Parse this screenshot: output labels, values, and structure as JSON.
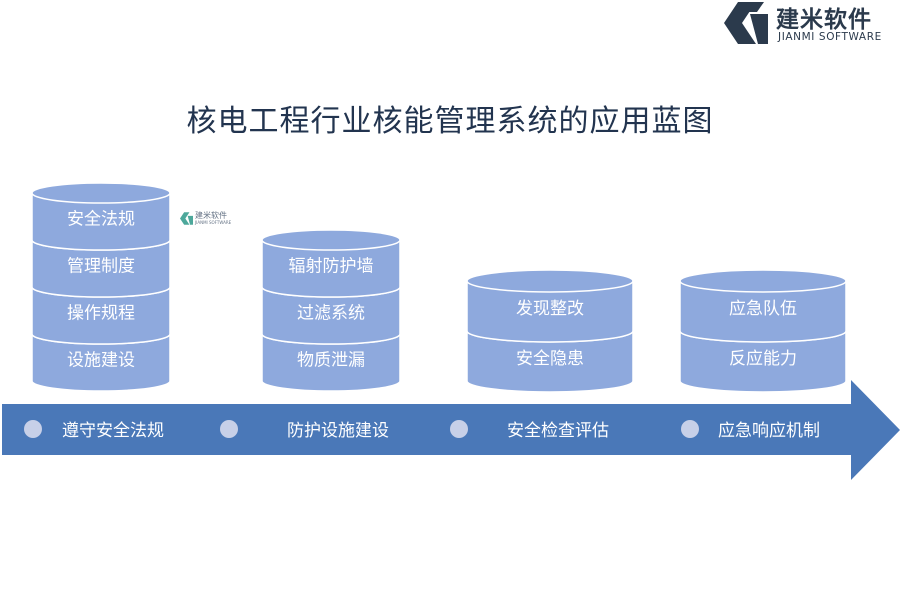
{
  "brand": {
    "name": "建米软件",
    "subtitle": "JIANMI SOFTWARE",
    "watermark_name": "建米软件",
    "watermark_sub": "JIANMI SOFTWARE"
  },
  "title": "核电工程行业核能管理系统的应用蓝图",
  "colors": {
    "cylinder_fill": "#8ea9dd",
    "cylinder_dark": "#6f8cc9",
    "cylinder_stroke": "#ffffff",
    "arrow_fill": "#4a78b8",
    "dot": "#c7d0e8",
    "title": "#22344f",
    "logo": "#2b3a4c"
  },
  "stages": [
    {
      "label": "遵守安全法规",
      "items": [
        "安全法规",
        "管理制度",
        "操作规程",
        "设施建设"
      ]
    },
    {
      "label": "防护设施建设",
      "items": [
        "辐射防护墙",
        "过滤系统",
        "物质泄漏"
      ]
    },
    {
      "label": "安全检查评估",
      "items": [
        "发现整改",
        "安全隐患"
      ]
    },
    {
      "label": "应急响应机制",
      "items": [
        "应急队伍",
        "反应能力"
      ]
    }
  ]
}
